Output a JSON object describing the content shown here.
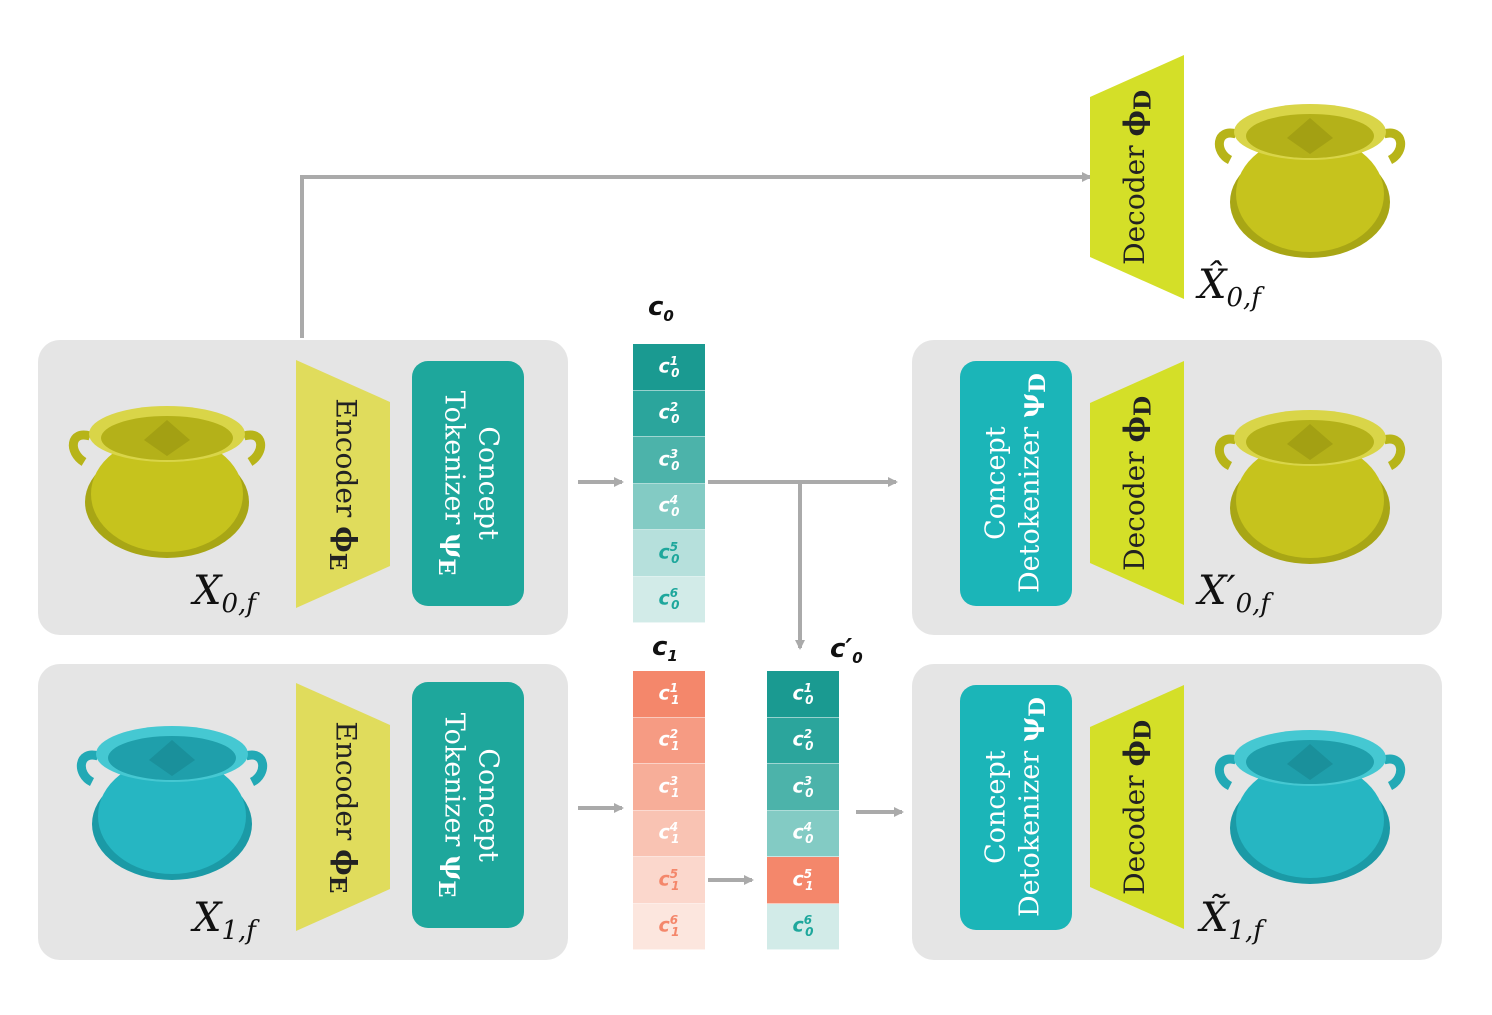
{
  "colors": {
    "panel": "#e5e5e5",
    "encoder": "#e0dc5c",
    "decoder": "#d4df28",
    "tokenizer": "#1ea79c",
    "detokenizer": "#1bb5b8",
    "arrow": "#aaaaaa",
    "pot_yellow": "#c4c21c",
    "pot_teal": "#27b8c4"
  },
  "labels": {
    "encoder": "Encoder",
    "encoder_sym": "ϕ",
    "encoder_sub": "E",
    "decoder": "Decoder",
    "decoder_sym": "ϕ",
    "decoder_sub": "D",
    "tokenizer_line1": "Concept",
    "tokenizer_line2": "Tokenizer",
    "tokenizer_sym": "ψ",
    "tokenizer_sub": "E",
    "detokenizer_line1": "Concept",
    "detokenizer_line2": "Detokenizer",
    "detokenizer_sym": "ψ",
    "detokenizer_sub": "D"
  },
  "math": {
    "x0f": "X",
    "x0f_sub": "0,f",
    "x1f": "X",
    "x1f_sub": "1,f",
    "x0hat": "X̂",
    "x0hat_sub": "0,f",
    "x0prime": "X′",
    "x0prime_sub": "0,f",
    "x1tilde": "X̃",
    "x1tilde_sub": "1,f",
    "c0": "c",
    "c0_sub": "0",
    "c1": "c",
    "c1_sub": "1",
    "c0prime": "c′",
    "c0prime_sub": "0"
  },
  "c0_cells": [
    {
      "base": "c",
      "sub": "0",
      "sup": "1"
    },
    {
      "base": "c",
      "sub": "0",
      "sup": "2"
    },
    {
      "base": "c",
      "sub": "0",
      "sup": "3"
    },
    {
      "base": "c",
      "sub": "0",
      "sup": "4"
    },
    {
      "base": "c",
      "sub": "0",
      "sup": "5"
    },
    {
      "base": "c",
      "sub": "0",
      "sup": "6"
    }
  ],
  "c1_cells": [
    {
      "base": "c",
      "sub": "1",
      "sup": "1"
    },
    {
      "base": "c",
      "sub": "1",
      "sup": "2"
    },
    {
      "base": "c",
      "sub": "1",
      "sup": "3"
    },
    {
      "base": "c",
      "sub": "1",
      "sup": "4"
    },
    {
      "base": "c",
      "sub": "1",
      "sup": "5"
    },
    {
      "base": "c",
      "sub": "1",
      "sup": "6"
    }
  ],
  "c0prime_cells": [
    {
      "base": "c",
      "sub": "0",
      "sup": "1"
    },
    {
      "base": "c",
      "sub": "0",
      "sup": "2"
    },
    {
      "base": "c",
      "sub": "0",
      "sup": "3"
    },
    {
      "base": "c",
      "sub": "0",
      "sup": "4"
    },
    {
      "base": "c",
      "sub": "1",
      "sup": "5"
    },
    {
      "base": "c",
      "sub": "0",
      "sup": "6"
    }
  ]
}
